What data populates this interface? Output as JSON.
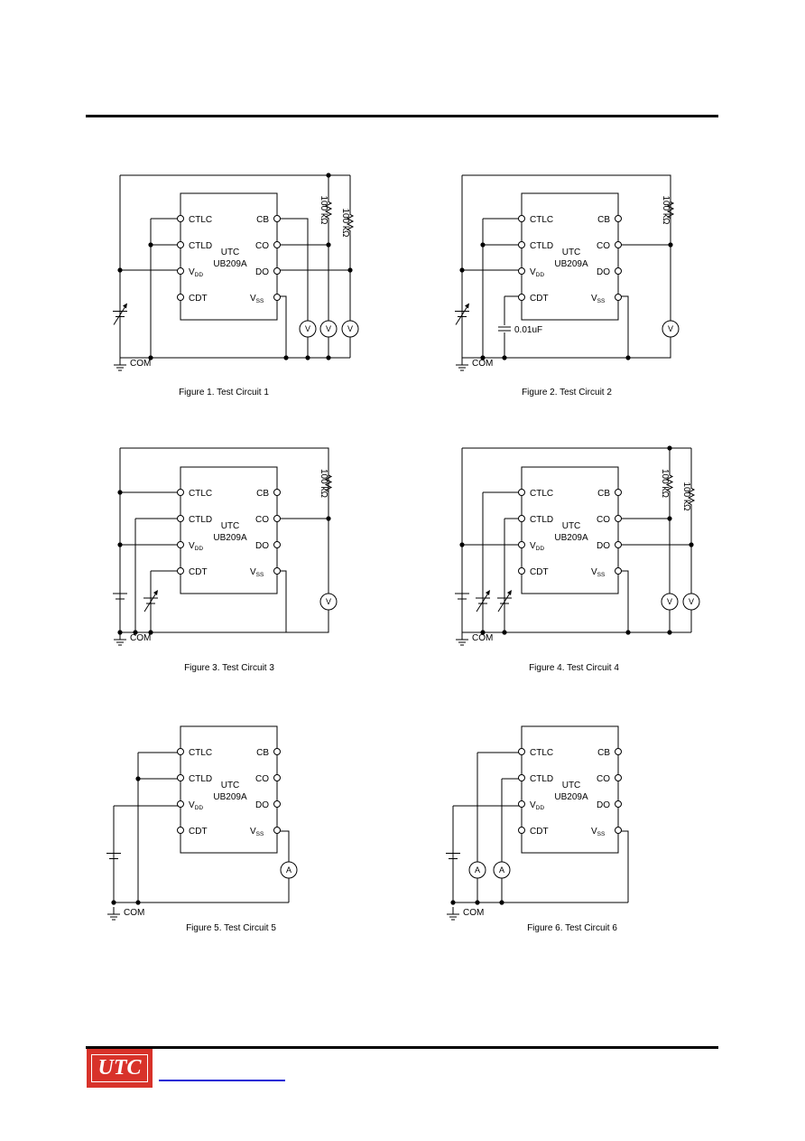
{
  "chip": {
    "name_line1": "UTC",
    "name_line2": "UB209A",
    "pins": {
      "ctlc": "CTLC",
      "ctld": "CTLD",
      "vdd_main": "V",
      "vdd_sub": "DD",
      "cdt": "CDT",
      "cb": "CB",
      "co": "CO",
      "do": "DO",
      "vss_main": "V",
      "vss_sub": "SS"
    }
  },
  "components": {
    "resistor": "100 kΩ",
    "capacitor": "0.01uF",
    "voltmeter": "V",
    "ammeter": "A",
    "ground": "COM"
  },
  "figures": [
    {
      "caption": "Figure 1. Test Circuit 1"
    },
    {
      "caption": "Figure 2. Test Circuit 2"
    },
    {
      "caption": "Figure 3. Test Circuit 3"
    },
    {
      "caption": "Figure 4. Test Circuit 4"
    },
    {
      "caption": "Figure 5. Test Circuit 5"
    },
    {
      "caption": "Figure 6. Test Circuit 6"
    }
  ],
  "footer": {
    "logo_text": "UTC"
  }
}
